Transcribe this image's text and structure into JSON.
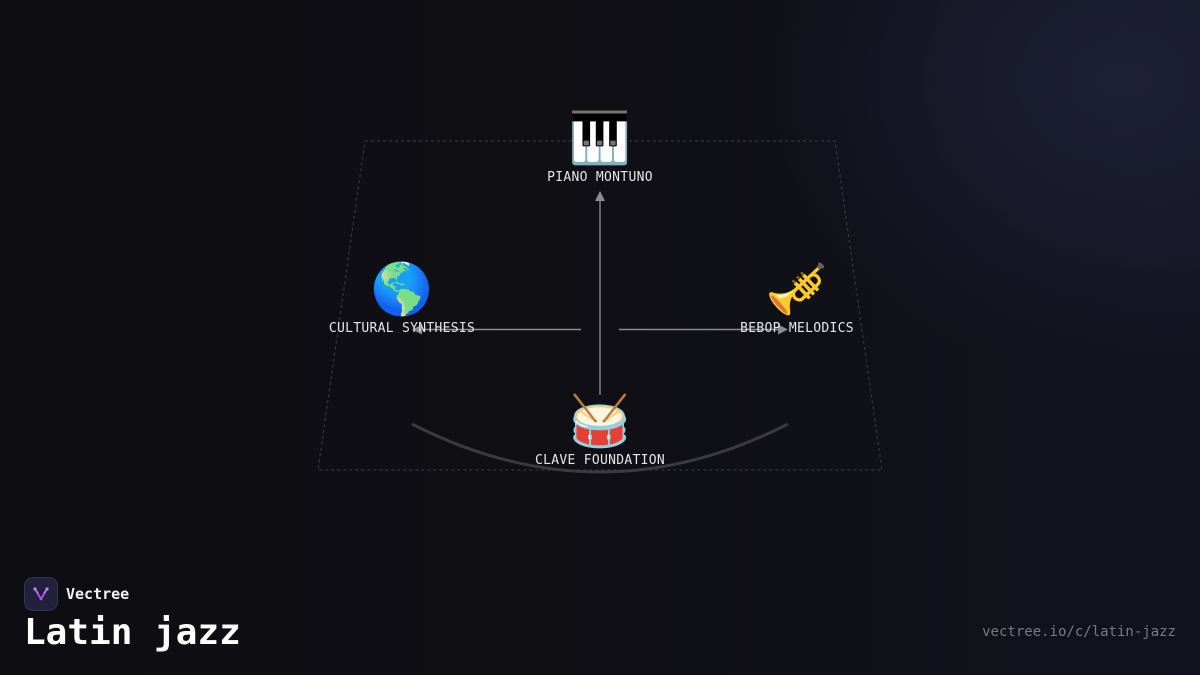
{
  "brand": {
    "name": "Vectree",
    "logo_icon": "vectree-logo-icon",
    "accent": "#a855f7"
  },
  "page": {
    "title": "Latin jazz",
    "url": "vectree.io/c/latin-jazz"
  },
  "diagram": {
    "nodes": [
      {
        "id": "piano",
        "emoji": "🎹",
        "icon": "piano-icon",
        "label": "PIANO MONTUNO"
      },
      {
        "id": "cultural",
        "emoji": "🌎",
        "icon": "globe-icon",
        "label": "CULTURAL SYNTHESIS"
      },
      {
        "id": "bebop",
        "emoji": "🎺",
        "icon": "trumpet-icon",
        "label": "BEBOP MELODICS"
      },
      {
        "id": "clave",
        "emoji": "🥁",
        "icon": "drum-icon",
        "label": "CLAVE FOUNDATION"
      }
    ],
    "edges": [
      {
        "from": "clave",
        "to": "piano"
      },
      {
        "from": "clave",
        "to": "cultural"
      },
      {
        "from": "clave",
        "to": "bebop"
      }
    ],
    "colors": {
      "edge": "#8a8a8f",
      "frame": "#3e3e44",
      "arc": "#3a3a3f"
    }
  }
}
